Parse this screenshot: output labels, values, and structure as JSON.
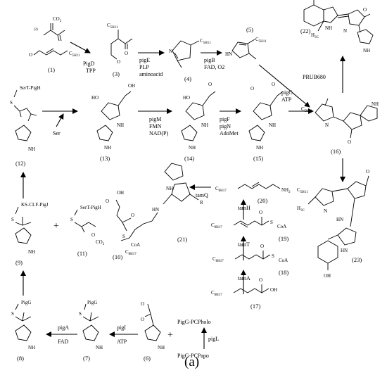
{
  "caption": "(a)",
  "compounds": [
    {
      "id": "c1",
      "label": "(1)"
    },
    {
      "id": "c2",
      "label": "(2)"
    },
    {
      "id": "c3",
      "label": "(3)"
    },
    {
      "id": "c4",
      "label": "(4)"
    },
    {
      "id": "c5",
      "label": "(5)"
    },
    {
      "id": "c6",
      "label": "(6)"
    },
    {
      "id": "c7",
      "label": "(7)"
    },
    {
      "id": "c8",
      "label": "(8)"
    },
    {
      "id": "c9",
      "label": "(9)"
    },
    {
      "id": "c10",
      "label": "(10)"
    },
    {
      "id": "c11",
      "label": "(11)"
    },
    {
      "id": "c12",
      "label": "(12)"
    },
    {
      "id": "c13",
      "label": "(13)"
    },
    {
      "id": "c14",
      "label": "(14)"
    },
    {
      "id": "c15",
      "label": "(15)"
    },
    {
      "id": "c16",
      "label": "(16)"
    },
    {
      "id": "c17",
      "label": "(17)"
    },
    {
      "id": "c18",
      "label": "(18)"
    },
    {
      "id": "c19",
      "label": "(19)"
    },
    {
      "id": "c20",
      "label": "(20)"
    },
    {
      "id": "c21",
      "label": "(21)"
    },
    {
      "id": "c22",
      "label": "(22)"
    },
    {
      "id": "c23",
      "label": "(23)"
    }
  ],
  "enzymes": {
    "pigD": "PigD",
    "tpp": "TPP",
    "pigE": "pigE",
    "plp": "PLP",
    "aminoacid": "aminoacid",
    "pigB": "pigB",
    "fadO2": "FAD, O2",
    "pigC": "pigC",
    "atp1": "ATP",
    "pigM": "pigM",
    "fmn": "FMN",
    "nadp": "NAD(P)",
    "pigF": "pigF",
    "pigN": "pigN",
    "adomet": "AdoMet",
    "prub": "PRUB680",
    "ser": "Ser",
    "pigA": "pigA",
    "fad": "FAD",
    "pigI": "pigI",
    "atp2": "ATP",
    "pigL": "pigL",
    "pcpholo": "PigG-PCPholo",
    "pcpapo": "PigG-PCPapo",
    "tamQ": "tamQ",
    "tamH": "tamH",
    "tamT": "tamT",
    "tamA": "tamA"
  },
  "atoms": {
    "co2": "CO",
    "co2sub": "2",
    "O": "O",
    "OH": "OH",
    "HO": "HO",
    "NH": "NH",
    "HN": "HN",
    "N": "N",
    "NH2": "NH",
    "nh2sub": "2",
    "R": "R",
    "S": "S",
    "CoA": "CoA",
    "c5h11": "C",
    "c5h11sub": "5H11",
    "c8h17": "C",
    "c8h17sub": "8H17",
    "h3c": "H",
    "h3csub": "3C",
    "sertpigh": "SerT-PigH",
    "pigG": "PigG",
    "ksclf": "KS-CLF-PigJ",
    "plus": "+"
  }
}
